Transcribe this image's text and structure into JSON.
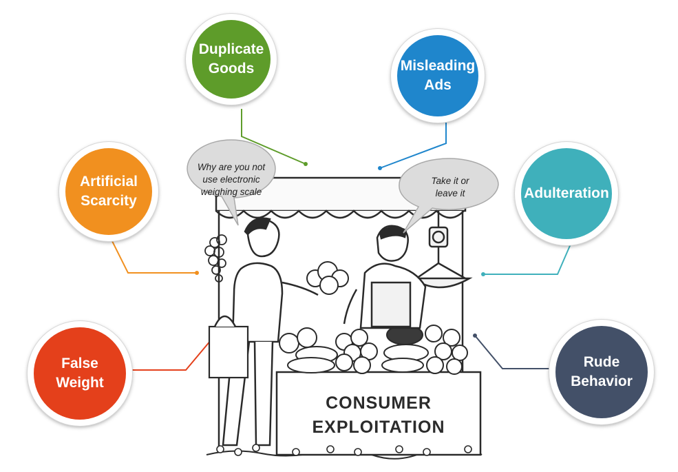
{
  "nodes": {
    "duplicate_goods": {
      "line1": "Duplicate",
      "line2": "Goods",
      "color": "#5e9c2a"
    },
    "misleading_ads": {
      "line1": "Misleading",
      "line2": "Ads",
      "color": "#1f86cc"
    },
    "artificial_scarcity": {
      "line1": "Artificial",
      "line2": "Scarcity",
      "color": "#f1901f"
    },
    "adulteration": {
      "line1": "Adulteration",
      "color": "#3fb0bb"
    },
    "false_weight": {
      "line1": "False",
      "line2": "Weight",
      "color": "#e4401b"
    },
    "rude_behavior": {
      "line1": "Rude",
      "line2": "Behavior",
      "color": "#435068"
    }
  },
  "speech": {
    "customer": {
      "line1": "Why are you not",
      "line2": "use electronic",
      "line3": "weighing scale"
    },
    "vendor": {
      "line1": "Take it or",
      "line2": "leave it"
    }
  },
  "sign": {
    "line1": "CONSUMER",
    "line2": "EXPLOITATION"
  }
}
